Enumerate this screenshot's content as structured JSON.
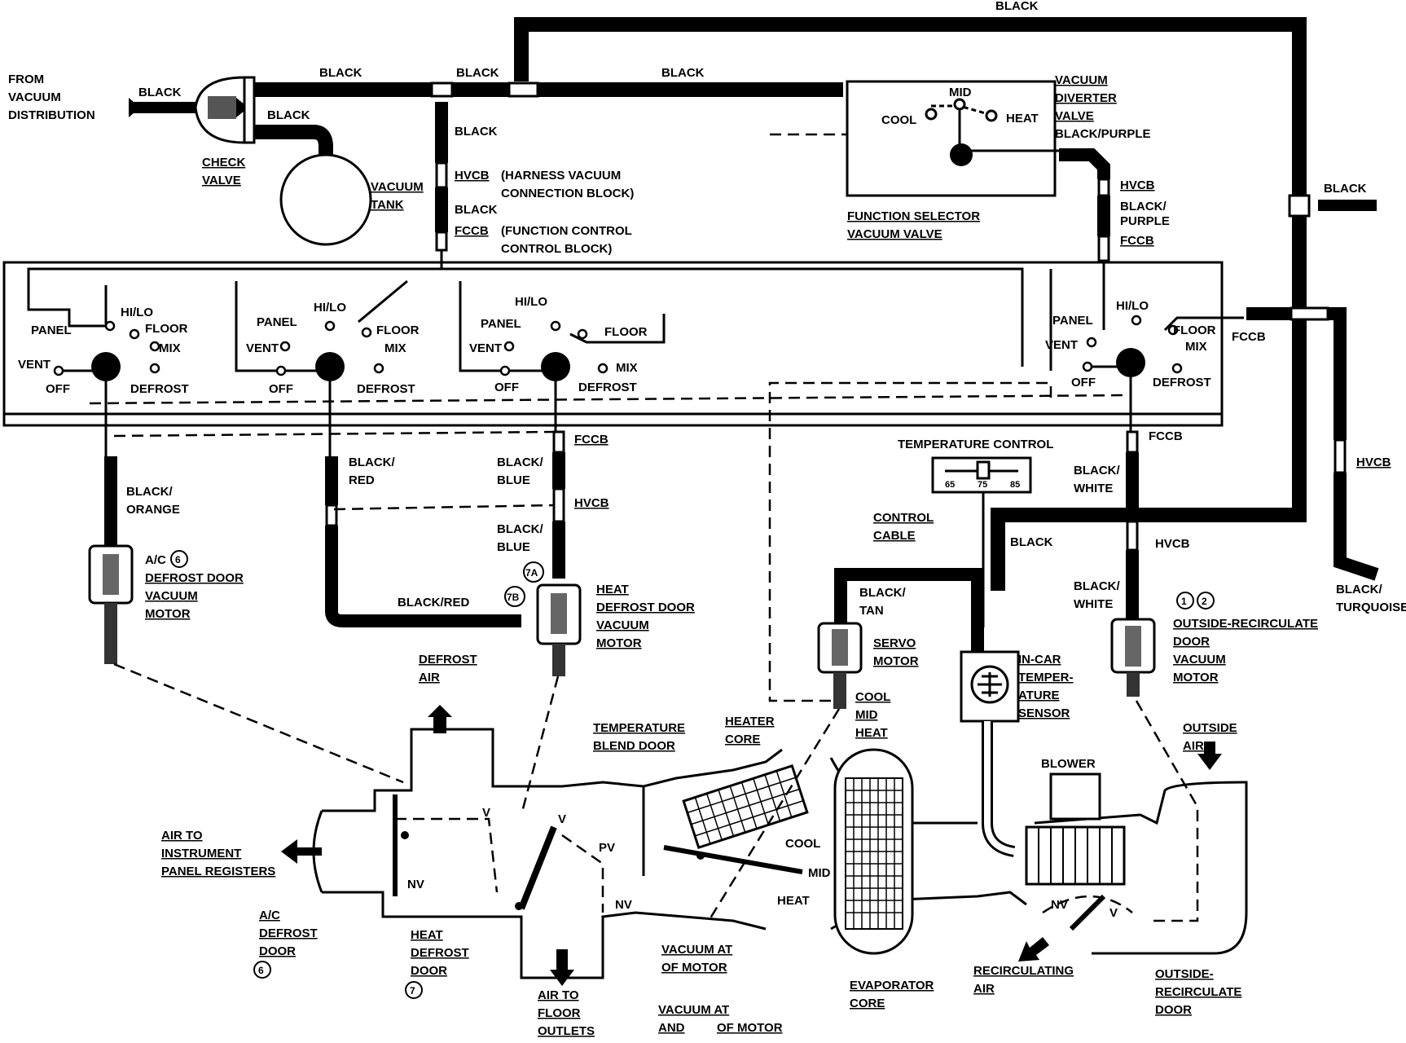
{
  "labels": {
    "from_vacuum": [
      "FROM",
      "VACUUM",
      "DISTRIBUTION"
    ],
    "black": "BLACK",
    "check_valve": [
      "CHECK",
      "VALVE"
    ],
    "vacuum_tank": [
      "VACUUM",
      "TANK"
    ],
    "hvcb": "HVCB",
    "hvcb_desc": [
      "(HARNESS VACUUM",
      "CONNECTION BLOCK)"
    ],
    "fccb": "FCCB",
    "fccb_desc": [
      "(FUNCTION CONTROL",
      "CONTROL BLOCK)"
    ],
    "cool": "COOL",
    "mid": "MID",
    "heat": "HEAT",
    "diverter": [
      "VACUUM",
      "DIVERTER",
      "VALVE"
    ],
    "black_purple": "BLACK/PURPLE",
    "black_purple2": [
      "BLACK/",
      "PURPLE"
    ],
    "function_selector": [
      "FUNCTION SELECTOR",
      "VACUUM VALVE"
    ],
    "panel": "PANEL",
    "hilo": "HI/LO",
    "floor": "FLOOR",
    "mix": "MIX",
    "vent": "VENT",
    "off": "OFF",
    "defrost": "DEFROST",
    "black_orange": [
      "BLACK/",
      "ORANGE"
    ],
    "black_red": [
      "BLACK/",
      "RED"
    ],
    "black_red_line": "BLACK/RED",
    "black_blue": [
      "BLACK/",
      "BLUE"
    ],
    "black_white": [
      "BLACK/",
      "WHITE"
    ],
    "black_tan": [
      "BLACK/",
      "TAN"
    ],
    "black_turquoise": [
      "BLACK/",
      "TURQUOISE"
    ],
    "temp_control": "TEMPERATURE CONTROL",
    "temp_ticks": [
      "65",
      "75",
      "85"
    ],
    "control_cable": [
      "CONTROL",
      "CABLE"
    ],
    "ac_defrost_motor": [
      "A/C",
      "DEFROST DOOR",
      "VACUUM",
      "MOTOR"
    ],
    "num_6": "6",
    "heat_defrost_motor": [
      "HEAT",
      "DEFROST DOOR",
      "VACUUM",
      "MOTOR"
    ],
    "num_7a": "7A",
    "num_7b": "7B",
    "num_7": "7",
    "num_1": "1",
    "num_2": "2",
    "servo_motor": [
      "SERVO",
      "MOTOR"
    ],
    "cool_mid_heat": [
      "COOL",
      "MID",
      "HEAT"
    ],
    "incar_sensor": [
      "IN-CAR",
      "TEMPER-",
      "ATURE",
      "SENSOR"
    ],
    "outside_recirc_motor": [
      "OUTSIDE-RECIRCULATE",
      "DOOR",
      "VACUUM",
      "MOTOR"
    ],
    "defrost_air": [
      "DEFROST",
      "AIR"
    ],
    "air_to_panel": [
      "AIR TO",
      "INSTRUMENT",
      "PANEL REGISTERS"
    ],
    "ac_defrost_door": [
      "A/C",
      "DEFROST",
      "DOOR"
    ],
    "heat_defrost_door": [
      "HEAT",
      "DEFROST",
      "DOOR"
    ],
    "air_to_floor": [
      "AIR TO",
      "FLOOR",
      "OUTLETS"
    ],
    "vacuum_at_7a": [
      "VACUUM AT",
      "OF MOTOR"
    ],
    "vacuum_at_7a7b": [
      "VACUUM AT",
      "AND",
      "OF MOTOR"
    ],
    "temp_blend_door": [
      "TEMPERATURE",
      "BLEND DOOR"
    ],
    "heater_core": [
      "HEATER",
      "CORE"
    ],
    "evaporator_core": [
      "EVAPORATOR",
      "CORE"
    ],
    "blower": "BLOWER",
    "outside_air": [
      "OUTSIDE",
      "AIR"
    ],
    "recirc_air": [
      "RECIRCULATING",
      "AIR"
    ],
    "outside_recirc_door": [
      "OUTSIDE-",
      "RECIRCULATE",
      "DOOR"
    ],
    "v": "V",
    "nv": "NV",
    "pv": "PV"
  }
}
